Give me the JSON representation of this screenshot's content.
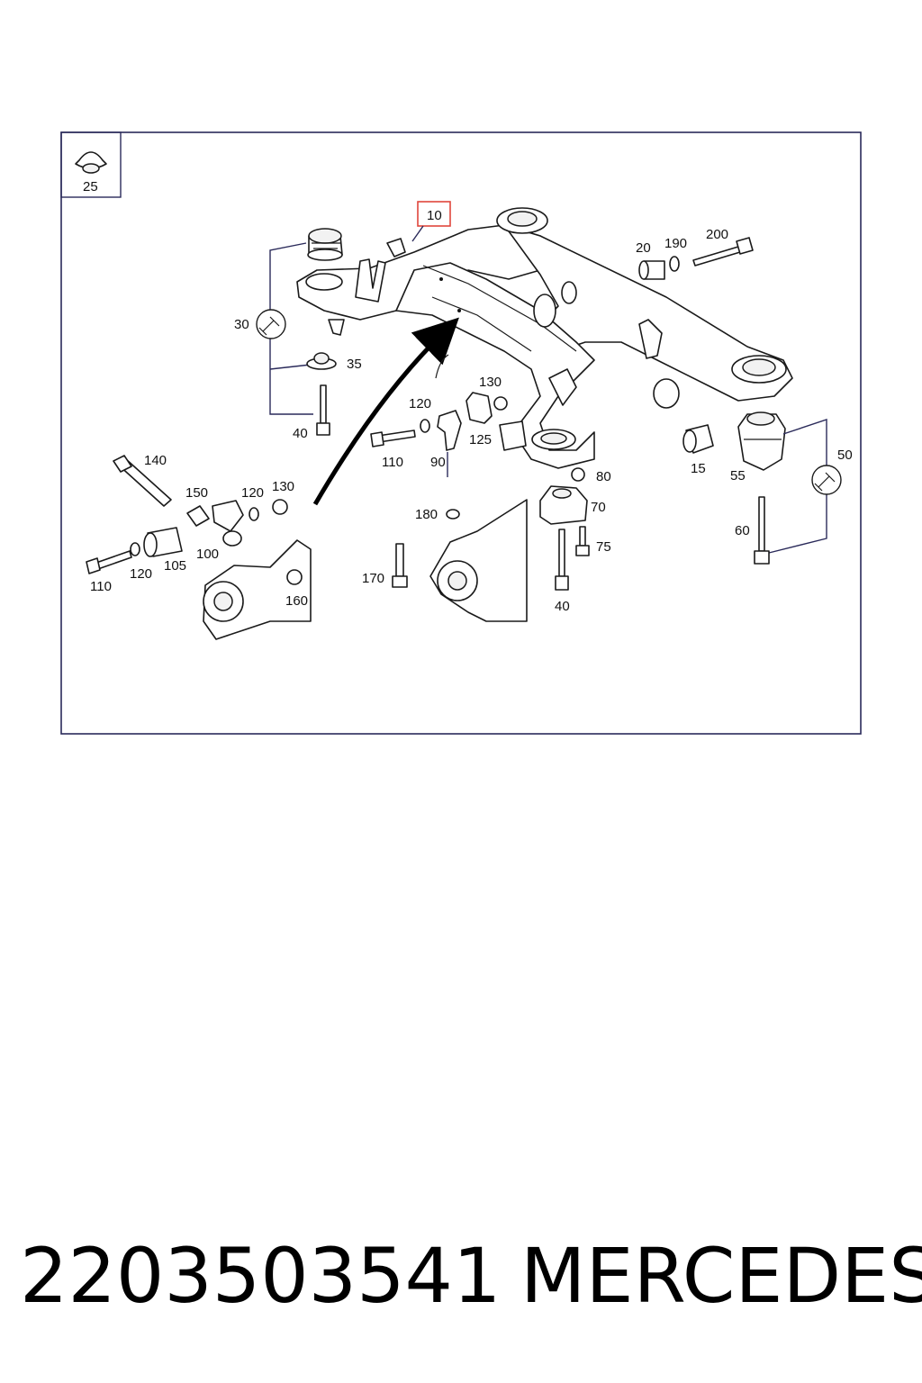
{
  "diagram": {
    "inset_label": "25",
    "highlighted_label": "10",
    "callouts": {
      "c20": "20",
      "c190": "190",
      "c200": "200",
      "c30": "30",
      "c35": "35",
      "c40a": "40",
      "c120a": "120",
      "c130a": "130",
      "c125": "125",
      "c110a": "110",
      "c90": "90",
      "c140": "140",
      "c150": "150",
      "c120b": "120",
      "c130b": "130",
      "c100": "100",
      "c105": "105",
      "c110b": "110",
      "c120c": "120",
      "c160": "160",
      "c180": "180",
      "c170": "170",
      "c80": "80",
      "c70": "70",
      "c75": "75",
      "c40b": "40",
      "c15": "15",
      "c55": "55",
      "c50": "50",
      "c60": "60"
    },
    "colors": {
      "frame": "#2a2a5a",
      "highlight_box": "#e0463c",
      "line": "#1a1a1a"
    },
    "icons": [
      "torque-wrench-icon",
      "torque-wrench-icon"
    ]
  },
  "footer": {
    "part_number": "2203503541",
    "brand": "MERCEDES"
  }
}
